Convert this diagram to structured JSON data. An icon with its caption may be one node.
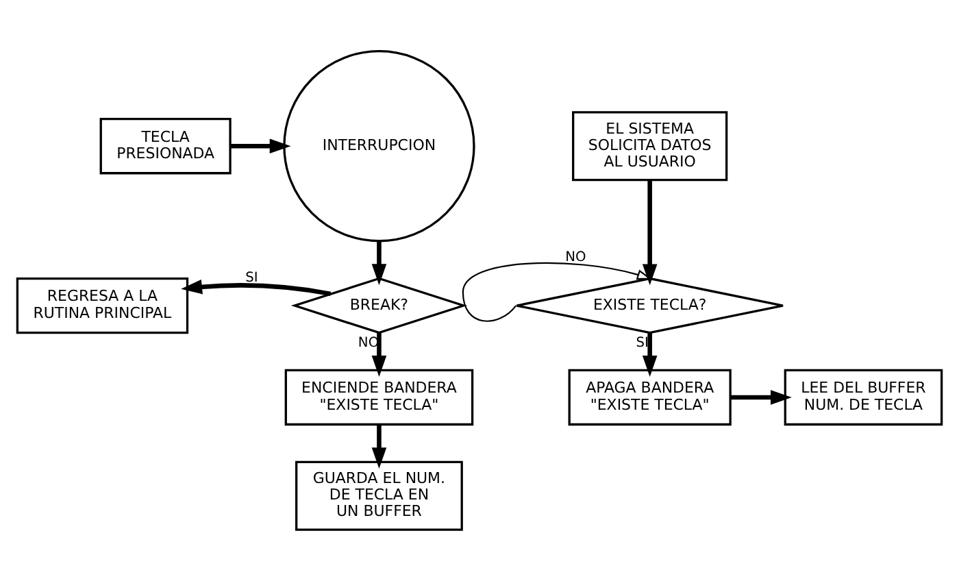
{
  "diagram": {
    "nodes": [
      {
        "text": [
          "TECLA PRESIONADA"
        ]
      },
      {
        "text": [
          "INTERRUPCION"
        ]
      },
      {
        "text": [
          "BREAK?"
        ]
      },
      {
        "text": [
          "REGRESA A LA RUTINA PRINCIPAL"
        ]
      },
      {
        "text": [
          "ENCIENDE BANDERA \"EXISTE TECLA\""
        ]
      },
      {
        "text": [
          "GUARDA EL NUM. DE TECLA EN UN BUFFER"
        ]
      },
      {
        "text": [
          "EL SISTEMA SOLICITA DATOS AL USUARIO"
        ]
      },
      {
        "text": [
          "EXISTE TECLA?"
        ]
      },
      {
        "text": [
          "APAGA BANDERA \"EXISTE TECLA\""
        ]
      },
      {
        "text": [
          "LEE DEL BUFFER NUM. DE TECLA"
        ]
      }
    ],
    "edges": [
      {
        "from": 0,
        "to": 1,
        "arrow": "to"
      },
      {
        "from": 1,
        "to": 2,
        "arrow": "to"
      },
      {
        "from": 2,
        "to": 3,
        "label": "SI",
        "arrow": "to"
      },
      {
        "from": 2,
        "to": 4,
        "label": "NO",
        "arrow": "to"
      },
      {
        "from": 4,
        "to": 5,
        "arrow": "to"
      },
      {
        "from": 6,
        "to": 7,
        "arrow": "to"
      },
      {
        "from": 7,
        "to": 7,
        "label": "NO",
        "arrow": "to"
      },
      {
        "from": 7,
        "to": 8,
        "label": "SI",
        "arrow": "to"
      },
      {
        "from": 8,
        "to": 9,
        "arrow": "to"
      }
    ]
  }
}
